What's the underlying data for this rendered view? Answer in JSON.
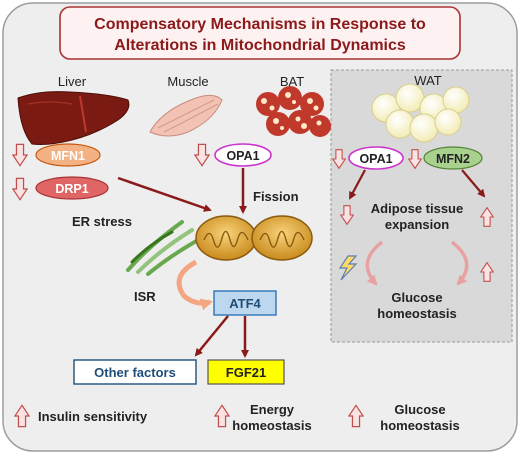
{
  "title": {
    "line1": "Compensatory Mechanisms in Response to",
    "line2": "Alterations in Mitochondrial Dynamics"
  },
  "tissues": {
    "liver": "Liver",
    "muscle": "Muscle",
    "bat": "BAT",
    "wat": "WAT"
  },
  "proteins": {
    "mfn1": "MFN1",
    "drp1": "DRP1",
    "opa1_muscle": "OPA1",
    "opa1_wat": "OPA1",
    "mfn2": "MFN2"
  },
  "processes": {
    "fission": "Fission",
    "er_stress": "ER stress",
    "isr": "ISR",
    "atf4": "ATF4",
    "other_factors": "Other factors",
    "fgf21": "FGF21",
    "adipose_line1": "Adipose tissue",
    "adipose_line2": "expansion",
    "glucose_line1": "Glucose",
    "glucose_line2": "homeostasis"
  },
  "legend": {
    "insulin": "Insulin sensitivity",
    "energy_line1": "Energy",
    "energy_line2": "homeostasis",
    "glucose_line1": "Glucose",
    "glucose_line2": "homeostasis"
  },
  "colors": {
    "title_text": "#8b1a1a",
    "arrow_outline": "#c0504d",
    "arrow_fill": "#fbe3e3",
    "dark_arrow": "#8b1a1a",
    "wat_panel": "#d9d9d9",
    "atf4_fill": "#bdd7ee",
    "fgf21_fill": "#ffff00",
    "opa1_outline": "#cc33cc",
    "mfn2_fill": "#a9d18e",
    "mfn1_fill": "#f4b183",
    "drp1_fill": "#e06666"
  }
}
